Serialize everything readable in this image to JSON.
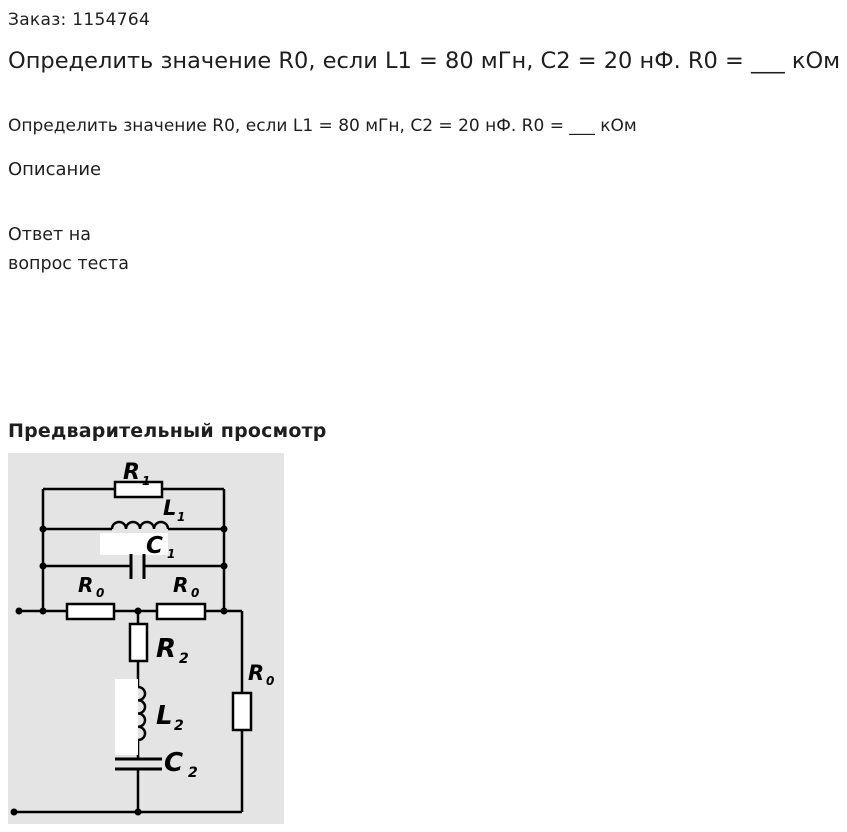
{
  "order_label": "Заказ: 1154764",
  "title": "Определить значение R0, если L1 = 80 мГн, C2 = 20 нФ. R0 = ___ кОм",
  "subtitle": "Определить значение R0, если L1 = 80 мГн, C2 = 20 нФ. R0 = ___ кОм",
  "description_label": "Описание",
  "answer_text": "Ответ на вопрос теста",
  "preview_heading": "Предварительный просмотр",
  "circuit": {
    "labels": {
      "r1": "R",
      "r1_sub": "1",
      "l1": "L",
      "l1_sub": "1",
      "c1": "C",
      "c1_sub": "1",
      "r0a": "R",
      "r0a_sub": "0",
      "r0b": "R",
      "r0b_sub": "0",
      "r2": "R",
      "r2_sub": "2",
      "r0c": "R",
      "r0c_sub": "0",
      "l2": "L",
      "l2_sub": "2",
      "c2": "C",
      "c2_sub": "2"
    }
  }
}
